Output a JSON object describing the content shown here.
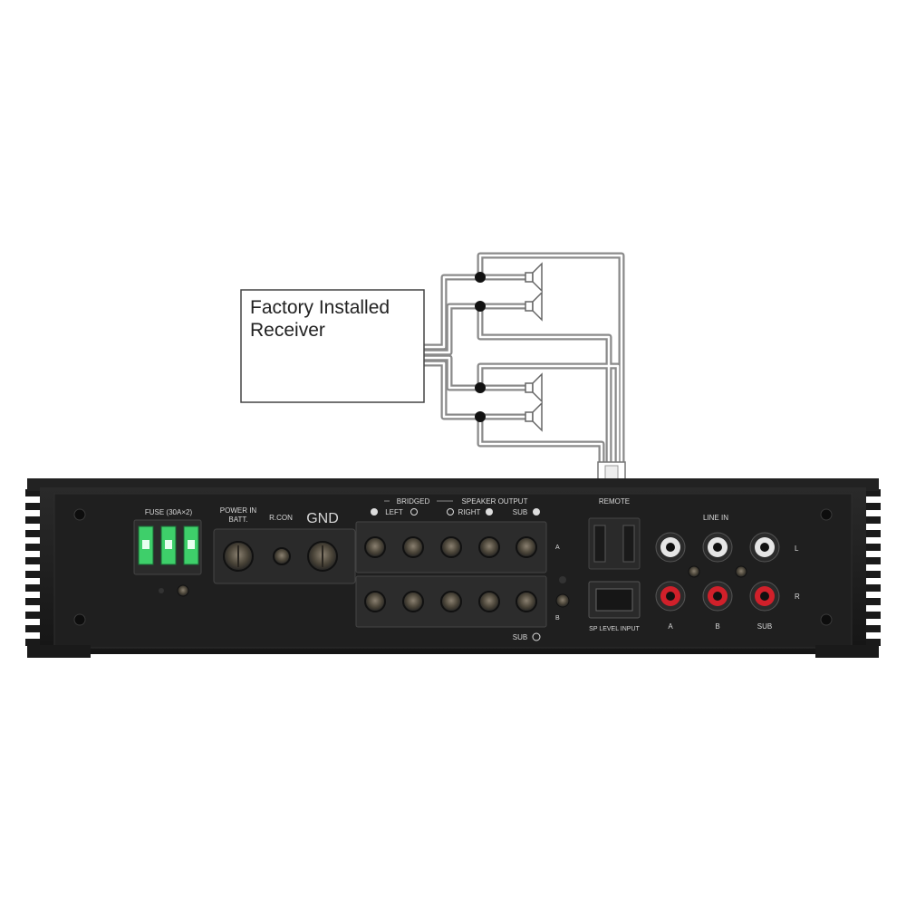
{
  "receiver": {
    "line1": "Factory Installed",
    "line2": "Receiver"
  },
  "amp": {
    "fuse_label": "FUSE (30A×2)",
    "power_in_label": "POWER IN",
    "batt_label": "BATT.",
    "rcon_label": "R.CON",
    "gnd_label": "GND",
    "bridged_label": "BRIDGED",
    "speaker_output_label": "SPEAKER OUTPUT",
    "left_label": "LEFT",
    "right_label": "RIGHT",
    "sub_label": "SUB",
    "row_a_label": "A",
    "row_b_label": "B",
    "sub_bottom_label": "SUB",
    "remote_label": "REMOTE",
    "sp_level_input_label": "SP LEVEL INPUT",
    "line_in_label": "LINE IN",
    "l_label": "L",
    "r_label": "R",
    "ch_a_label": "A",
    "ch_b_label": "B",
    "ch_sub_label": "SUB"
  },
  "colors": {
    "chassis": "#1a1a1a",
    "fuse": "#3ecf6a",
    "rca_white": "#e6e6e6",
    "rca_red": "#d0202a"
  }
}
